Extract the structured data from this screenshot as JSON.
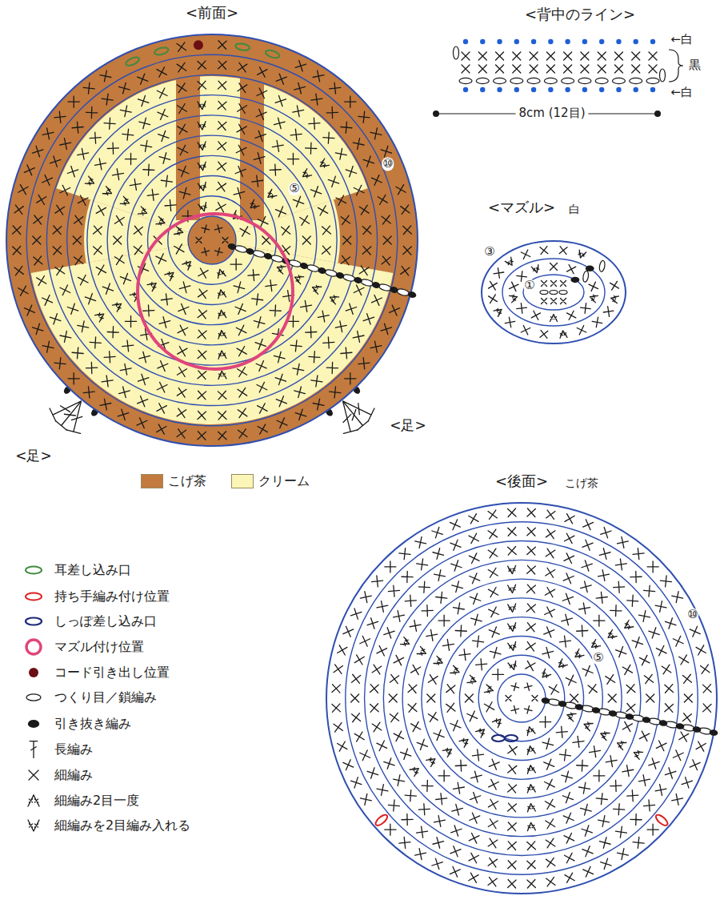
{
  "diagram": {
    "nodes": [
      {
        "text": [
          "<前面>",
          "⑤",
          "⑩"
        ]
      },
      {
        "text": [
          "<マズル>",
          "白",
          "③",
          "①"
        ]
      },
      {
        "text": [
          "<後面>",
          "こげ茶",
          "⑤",
          "⑩"
        ]
      }
    ],
    "labels": [
      "<背中のライン>",
      "←白",
      "黒",
      "←白",
      "8cm (12目)",
      "<足>",
      "<足>"
    ],
    "legend": [
      {
        "text": "こげ茶",
        "color": "#c27a3e"
      },
      {
        "text": "クリーム",
        "color": "#fbf5b8"
      },
      {
        "text": "耳差し込み口"
      },
      {
        "text": "持ち手編み付け位置"
      },
      {
        "text": "しっぽ差し込み口"
      },
      {
        "text": "マズル付け位置"
      },
      {
        "text": "コード引き出し位置"
      },
      {
        "text": "つくり目／鎖編み"
      },
      {
        "text": "引き抜き編み"
      },
      {
        "text": "長編み"
      },
      {
        "text": "細編み"
      },
      {
        "text": "細編み2目一度"
      },
      {
        "text": "細編みを2目編み入れる"
      }
    ]
  }
}
